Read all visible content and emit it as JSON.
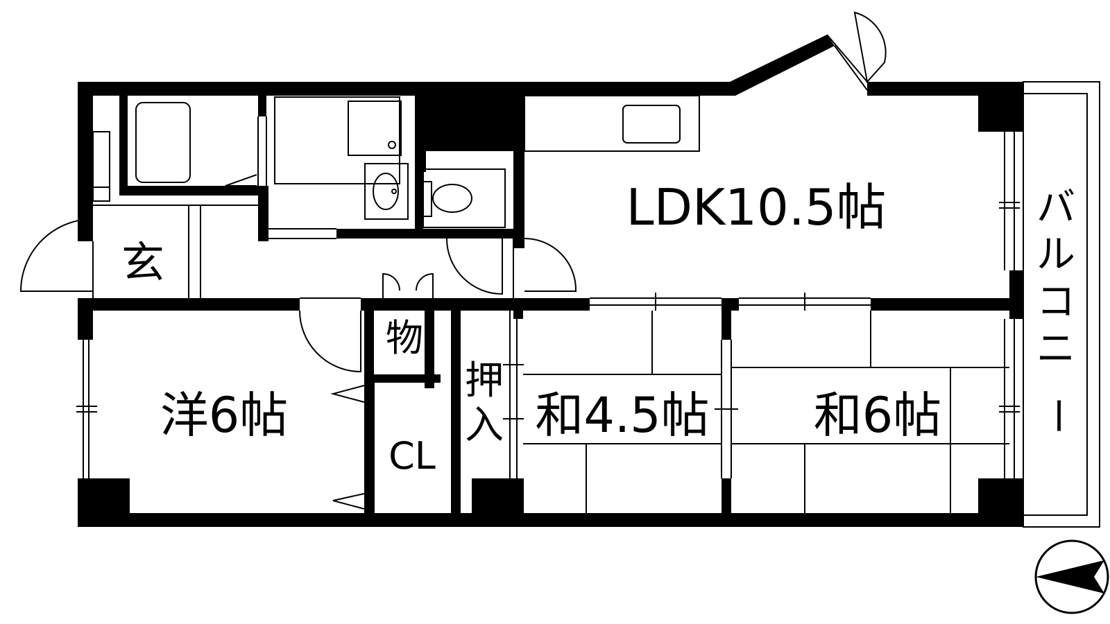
{
  "floor_plan": {
    "rooms": {
      "ldk": "LDK10.5帖",
      "western": "洋6帖",
      "japanese_small": "和4.5帖",
      "japanese_large": "和6帖",
      "entrance": "玄",
      "storage": "物",
      "closet": "CL",
      "oshiire_top": "押",
      "oshiire_bottom": "入"
    },
    "balcony": {
      "chars": [
        "バ",
        "ル",
        "コ",
        "ニ",
        "ー"
      ]
    },
    "compass": {
      "icon": "north-arrow-icon"
    },
    "colors": {
      "wall": "#000000",
      "line": "#000000",
      "background": "#ffffff"
    }
  }
}
